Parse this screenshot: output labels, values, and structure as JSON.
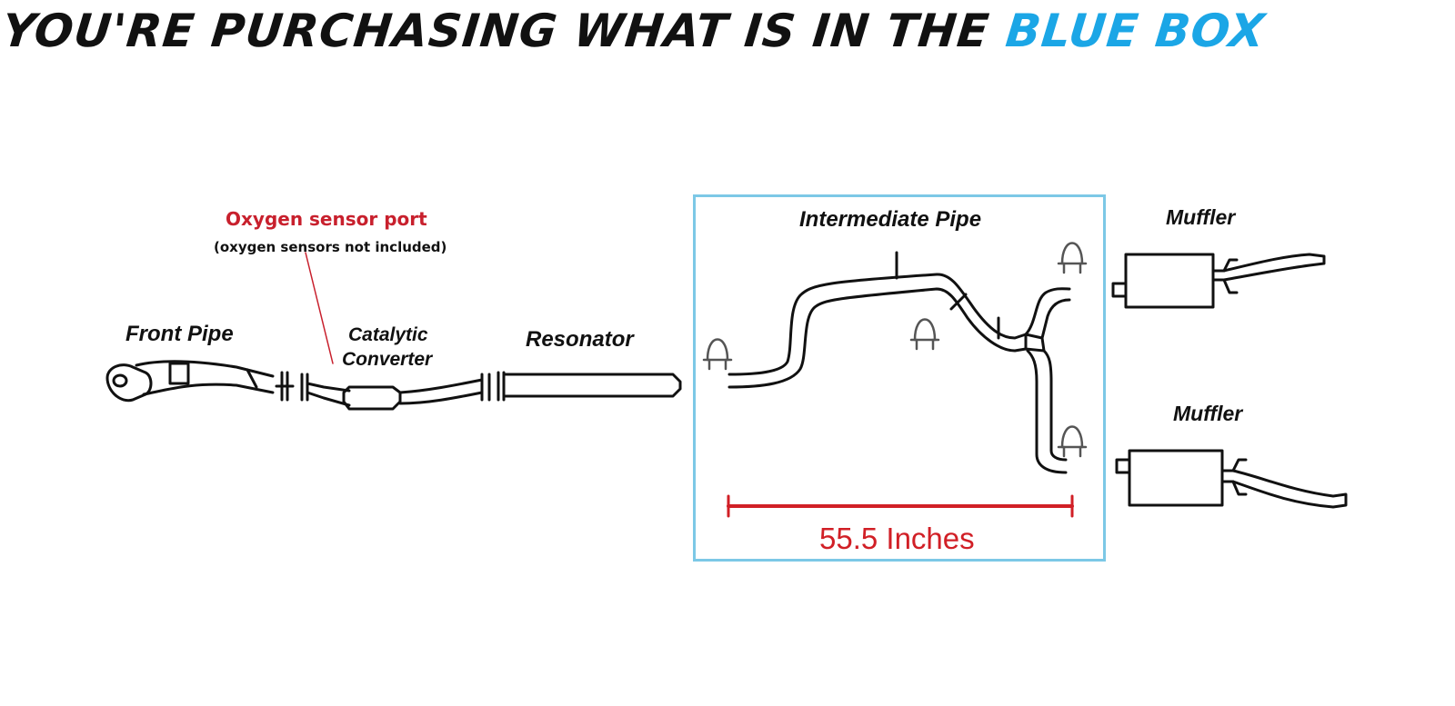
{
  "header": {
    "prefix": "YOU'RE PURCHASING WHAT IS IN THE",
    "highlight": "BLUE BOX",
    "highlight_color": "#1ba6e6"
  },
  "labels": {
    "front_pipe": "Front Pipe",
    "catalytic_line1": "Catalytic",
    "catalytic_line2": "Converter",
    "resonator": "Resonator",
    "intermediate_pipe": "Intermediate Pipe",
    "muffler_top": "Muffler",
    "muffler_bottom": "Muffler"
  },
  "sensor": {
    "title": "Oxygen sensor port",
    "note": "(oxygen sensors not included)",
    "title_color": "#c8202d"
  },
  "measurement": {
    "text": "55.5 Inches",
    "color": "#d11f26"
  },
  "box_color": "#7cc8e6"
}
